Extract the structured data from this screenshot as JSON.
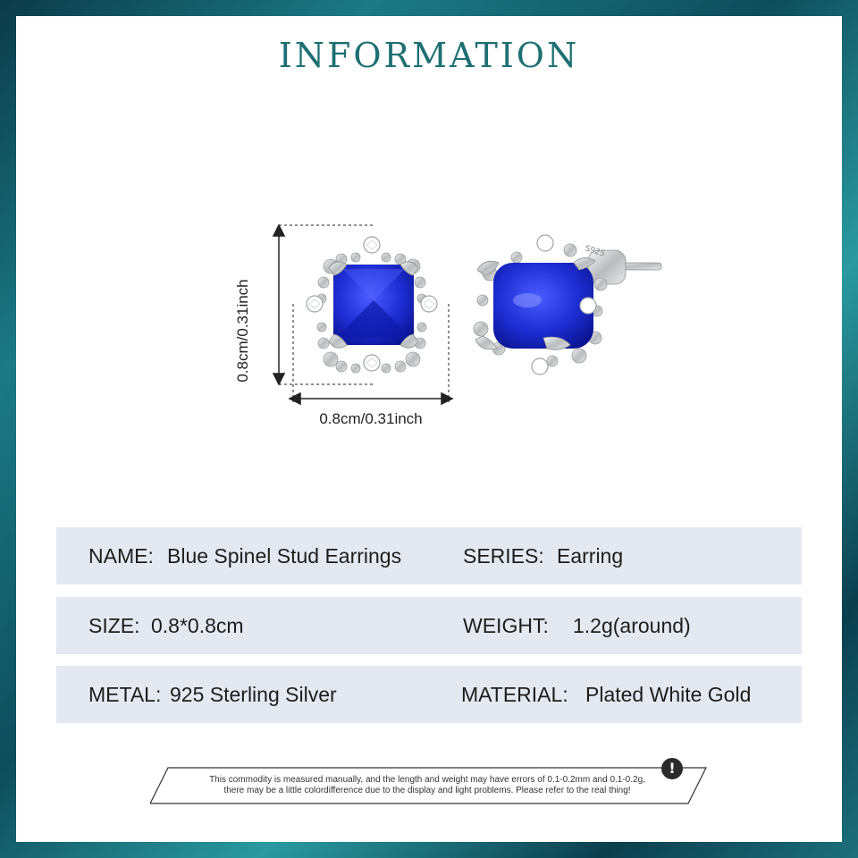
{
  "header": {
    "title": "INFORMATION"
  },
  "product_image": {
    "height_label": "0.8cm/0.31inch",
    "width_label": "0.8cm/0.31inch",
    "stone_color": "#1f2fd6",
    "metal_color": "#d8dadc"
  },
  "specs": {
    "name_label": "NAME:",
    "name_value": "Blue Spinel Stud Earrings",
    "series_label": "SERIES:",
    "series_value": "Earring",
    "size_label": "SIZE:",
    "size_value": "0.8*0.8cm",
    "weight_label": "WEIGHT:",
    "weight_value": "1.2g(around)",
    "metal_label": "METAL:",
    "metal_value": "925 Sterling Silver",
    "material_label": "MATERIAL:",
    "material_value": "Plated White Gold"
  },
  "notice": {
    "line1": "This commodity is measured manually, and the length and weight may have errors of 0.1-0.2mm and 0.1-0.2g,",
    "line2": "there may be a little colordifference due to the display and light problems. Please refer to the real thing!",
    "icon": "exclamation-icon"
  },
  "colors": {
    "accent": "#1e6f73",
    "row_bg": "#e4e9f1",
    "frame": "#1b7a85"
  }
}
